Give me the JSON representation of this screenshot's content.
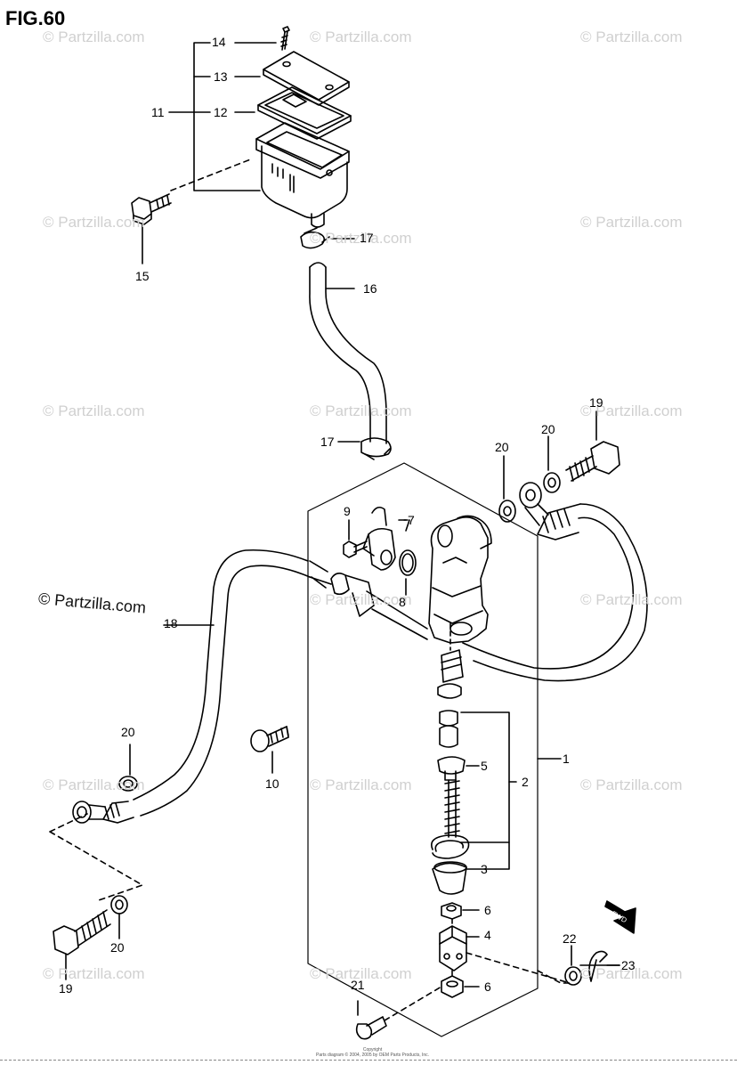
{
  "figure": {
    "title": "FIG.60"
  },
  "watermark": {
    "text": "© Partzilla.com",
    "main_text": "© Partzilla.com"
  },
  "callouts": {
    "c1": "1",
    "c2": "2",
    "c3": "3",
    "c4": "4",
    "c5": "5",
    "c6a": "6",
    "c6b": "6",
    "c7": "7",
    "c8": "8",
    "c9": "9",
    "c10": "10",
    "c11": "11",
    "c12": "12",
    "c13": "13",
    "c14": "14",
    "c15": "15",
    "c16": "16",
    "c17a": "17",
    "c17b": "17",
    "c18": "18",
    "c19a": "19",
    "c19b": "19",
    "c20a": "20",
    "c20b": "20",
    "c20c": "20",
    "c20d": "20",
    "c21": "21",
    "c22": "22",
    "c23": "23"
  },
  "fwd_label": "FWD",
  "footer": {
    "line1": "Copyright",
    "line2": "Parts diagram © 2004, 2005 by OEM Parts Products, Inc."
  }
}
